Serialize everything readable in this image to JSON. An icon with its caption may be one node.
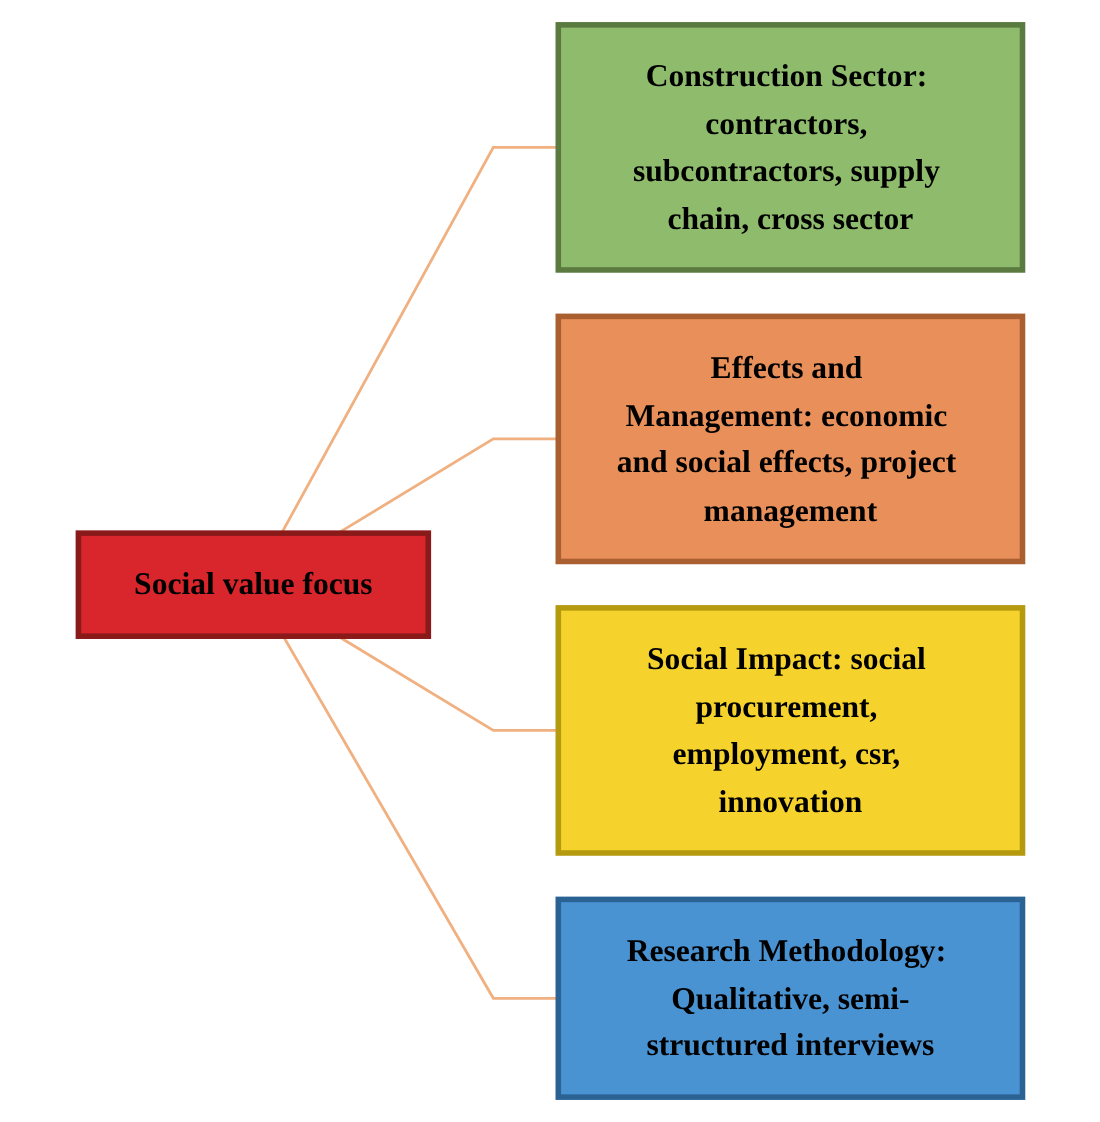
{
  "diagram": {
    "nodes": [
      {
        "text": [
          "Social value focus"
        ]
      },
      {
        "text": [
          "Construction Sector: contractors, subcontractors, supply chain, cross sector"
        ]
      },
      {
        "text": [
          "Effects and Management: economic and social effects, project management"
        ]
      },
      {
        "text": [
          "Social Impact: social procurement, employment, csr, innovation"
        ]
      },
      {
        "text": [
          "Research Methodology: Qualitative, semi-structured interviews"
        ]
      }
    ],
    "edges": [
      {
        "from": 0,
        "to": 1,
        "arrow": "none"
      },
      {
        "from": 0,
        "to": 2,
        "arrow": "none"
      },
      {
        "from": 0,
        "to": 3,
        "arrow": "none"
      },
      {
        "from": 0,
        "to": 4,
        "arrow": "none"
      }
    ]
  }
}
